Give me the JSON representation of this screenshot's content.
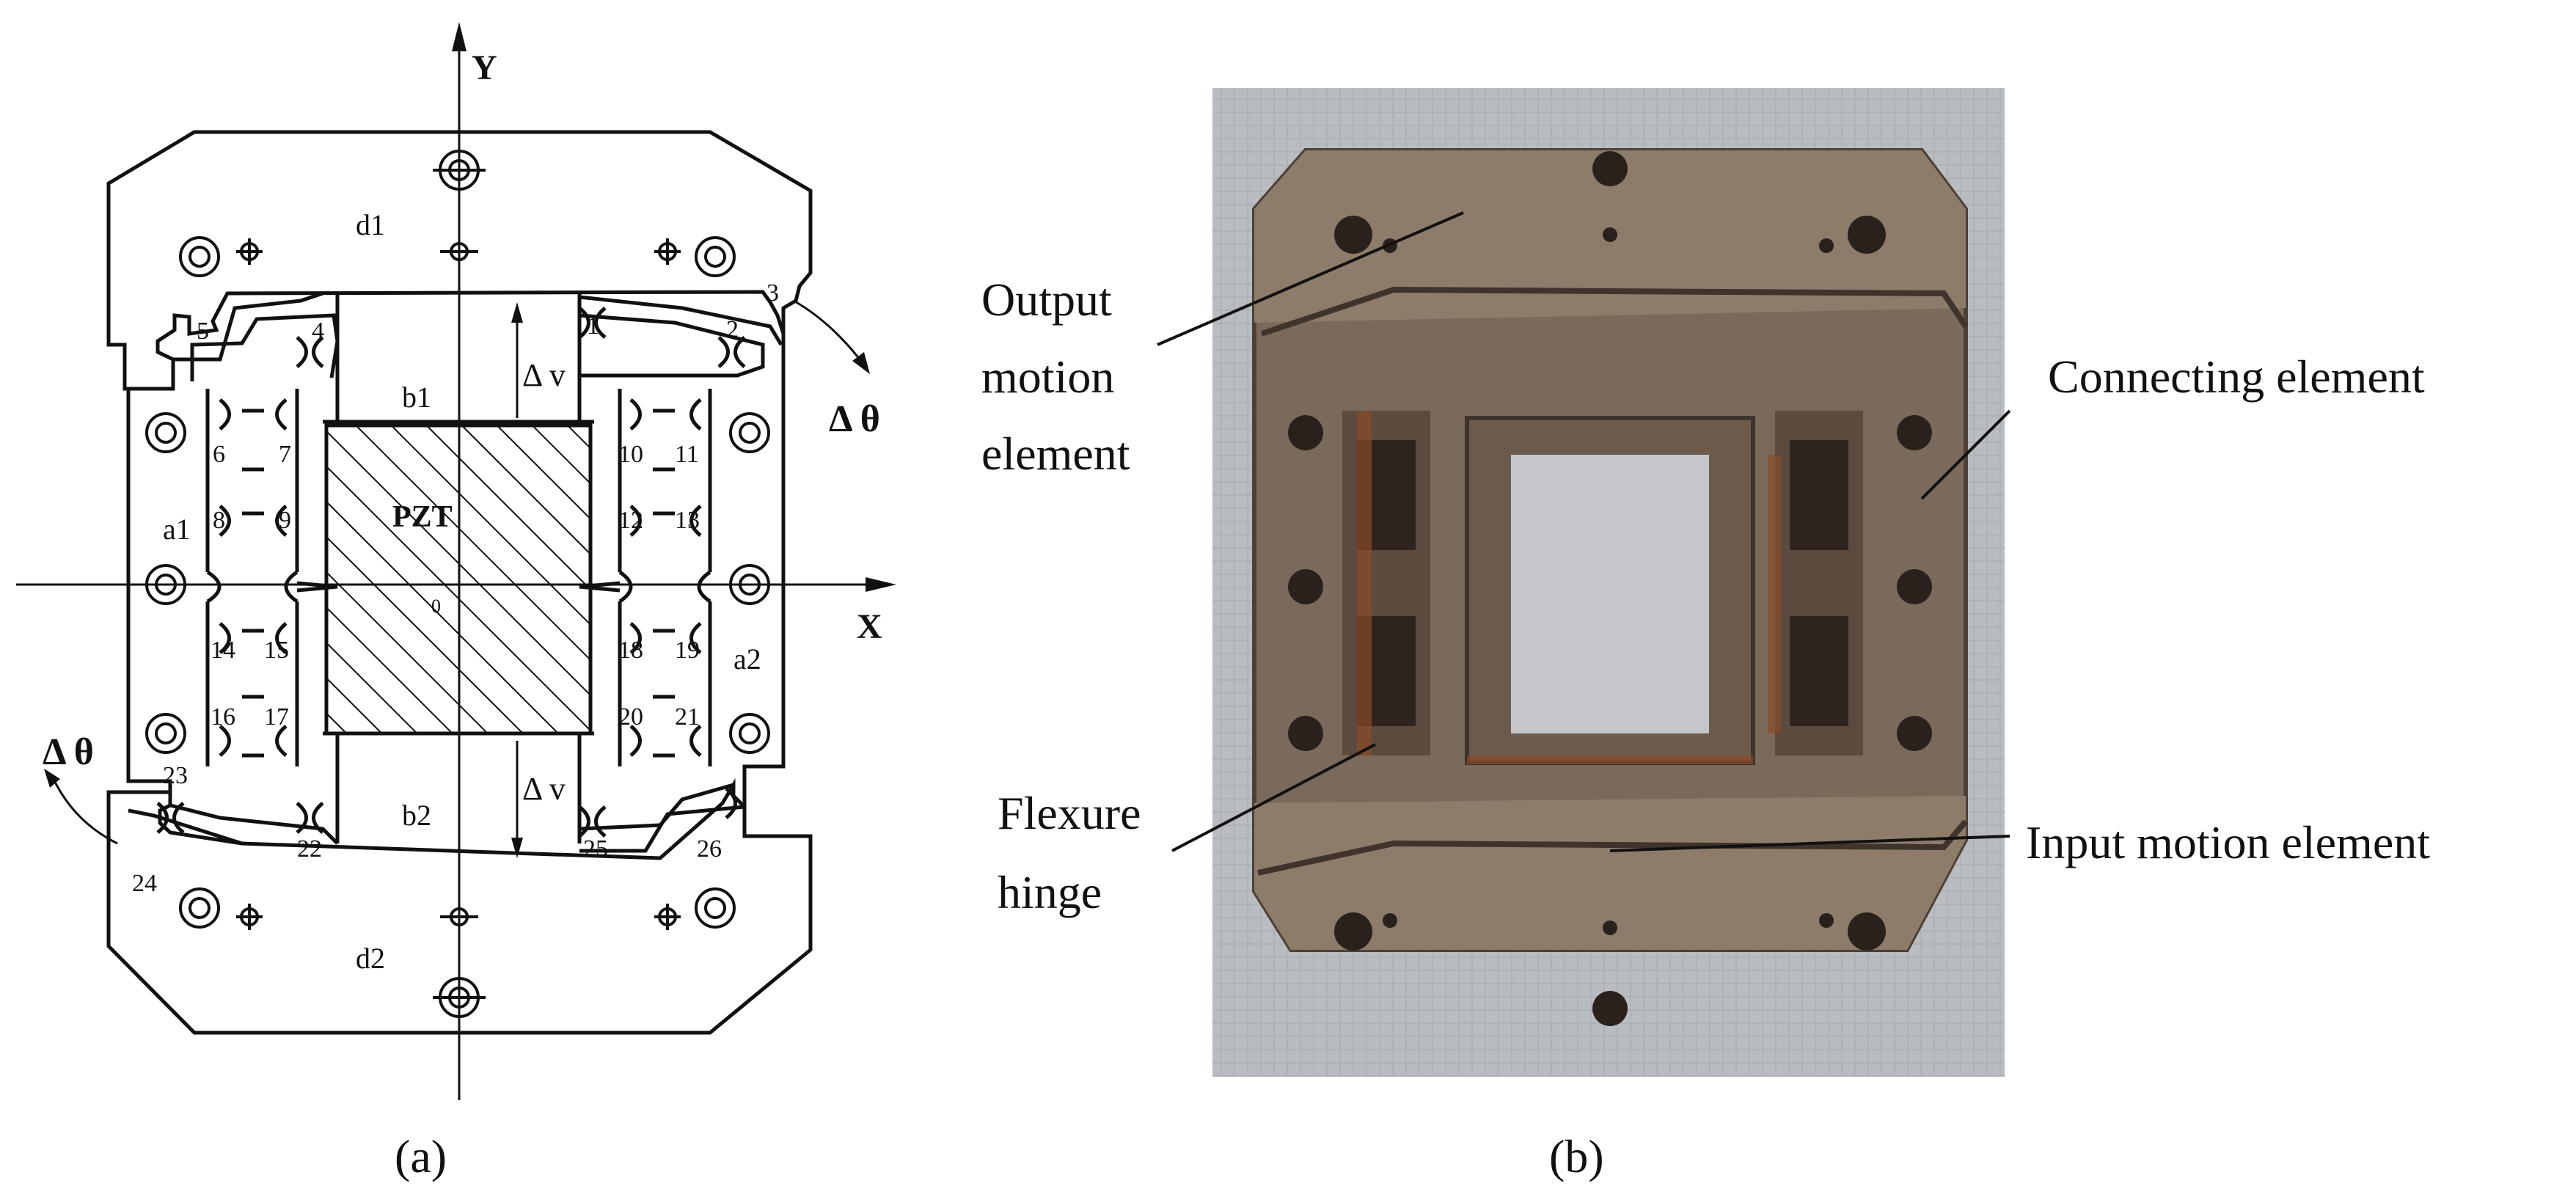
{
  "figure_a": {
    "axis_y": "Y",
    "axis_x": "X",
    "origin": "0",
    "pzt_label": "PZT",
    "delta_theta_top": "Δ θ",
    "delta_theta_bottom": "Δ θ",
    "delta_v_top": "Δ v",
    "delta_v_bottom": "Δ v",
    "region_labels": {
      "d1": "d1",
      "d2": "d2",
      "b1": "b1",
      "b2": "b2",
      "a1": "a1",
      "a2": "a2"
    },
    "hinge_numbers": [
      "1",
      "2",
      "3",
      "4",
      "5",
      "6",
      "7",
      "8",
      "9",
      "10",
      "11",
      "12",
      "13",
      "14",
      "15",
      "16",
      "17",
      "18",
      "19",
      "20",
      "21",
      "22",
      "23",
      "24",
      "25",
      "26"
    ],
    "caption": "(a)"
  },
  "figure_b": {
    "labels": {
      "output_motion": [
        "Output",
        "motion",
        "element"
      ],
      "connecting": "Connecting element",
      "flexure": [
        "Flexure",
        "hinge"
      ],
      "input_motion": "Input motion element"
    },
    "caption": "(b)"
  },
  "colors": {
    "line": "#111111",
    "photo_bg": "#b9bcc0",
    "metal": "#7a6a5c",
    "metal_dark": "#4e4036",
    "metal_light": "#9c8a78",
    "rust": "#8a4a26"
  }
}
